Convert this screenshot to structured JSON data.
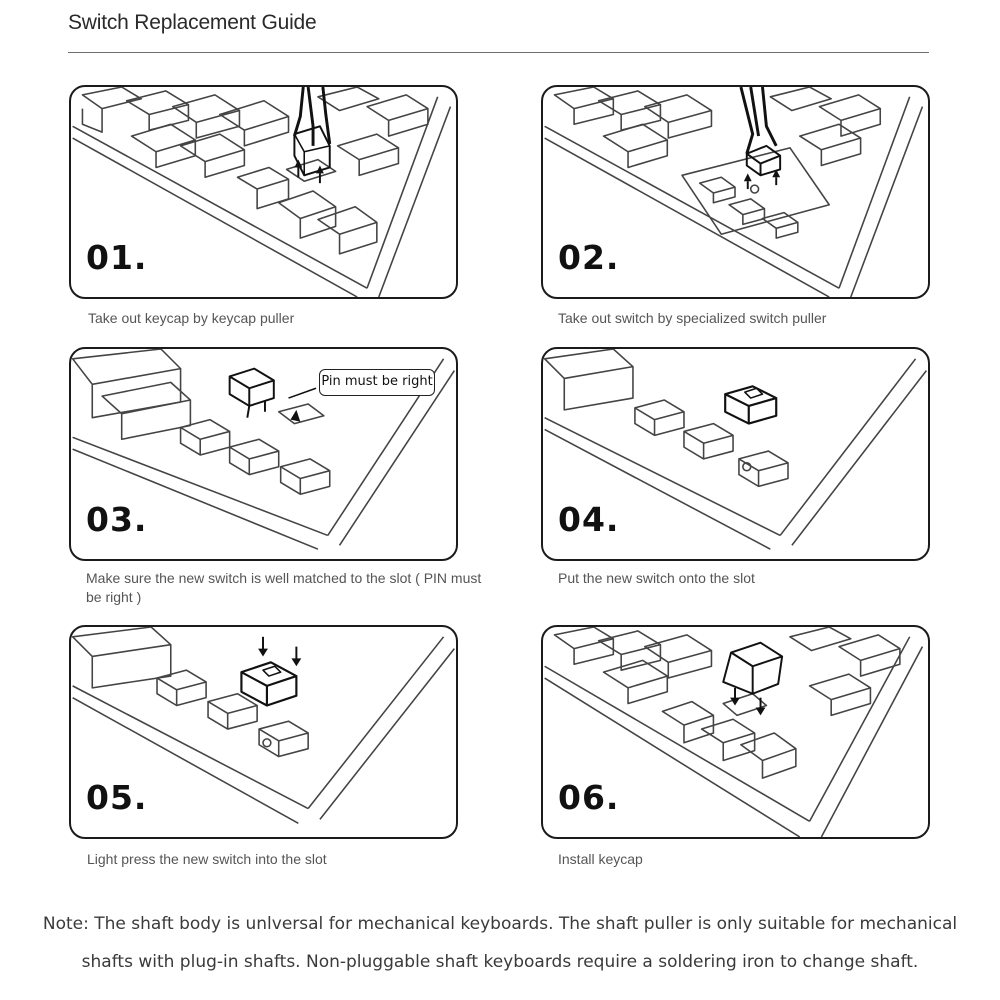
{
  "guide": {
    "title": "Switch Replacement Guide"
  },
  "steps": [
    {
      "number": "01.",
      "caption": "Take out keycap by keycap puller"
    },
    {
      "number": "02.",
      "caption": "Take out switch by specialized switch puller"
    },
    {
      "number": "03.",
      "caption": "Make sure the new switch is well matched to the slot ( PIN must be right )",
      "callout": "Pin must be right"
    },
    {
      "number": "04.",
      "caption": "Put the new switch onto the slot"
    },
    {
      "number": "05.",
      "caption": "Light press the new switch into the slot"
    },
    {
      "number": "06.",
      "caption": "Install keycap"
    }
  ],
  "note": {
    "line1": "Note: The shaft body is unlversal for mechanical keyboards. The shaft puller is only suitable for mechanical",
    "line2": "shafts with plug-in shafts. Non-pluggable shaft keyboards require a soldering iron to change shaft."
  }
}
